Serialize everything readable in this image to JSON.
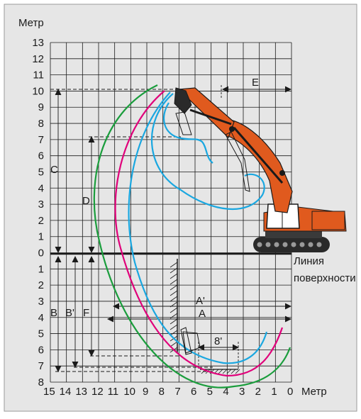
{
  "unit_top": "Метр",
  "unit_bottom": "Метр",
  "surface_label_line1": "Линия",
  "surface_label_line2": "поверхности",
  "y_ticks_above": [
    "13",
    "12",
    "11",
    "10",
    "9",
    "8",
    "7",
    "6",
    "5",
    "4",
    "3",
    "2",
    "1",
    "0"
  ],
  "y_ticks_below": [
    "1",
    "2",
    "3",
    "4",
    "5",
    "6",
    "7",
    "8"
  ],
  "x_ticks": [
    "15",
    "14",
    "13",
    "12",
    "11",
    "10",
    "9",
    "8",
    "7",
    "6",
    "5",
    "4",
    "3",
    "2",
    "1",
    "0"
  ],
  "dimension_labels": {
    "A": "A",
    "A_prime": "A'",
    "B": "B",
    "B_prime": "B'",
    "C": "C",
    "D": "D",
    "E": "E",
    "F": "F",
    "eight_prime": "8'"
  },
  "colors": {
    "background": "#e6e6e6",
    "grid": "#1a1a1a",
    "curve_green": "#1a9d3c",
    "curve_magenta": "#e0007a",
    "curve_cyan": "#1aa7e0",
    "excavator_orange": "#e05a1e"
  }
}
